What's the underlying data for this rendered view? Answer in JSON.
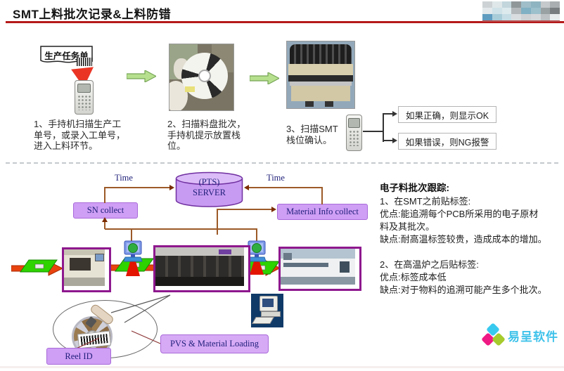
{
  "slide": {
    "title": "SMT上料批次记录&上料防错"
  },
  "header_logo": {
    "mosaic_colors": [
      "#cdd3d5",
      "#dfe7e9",
      "#c2d6dc",
      "#8f9799",
      "#9fbec9",
      "#8fb4c1",
      "#c5c9cb",
      "#a9aeb0",
      "#e3e9eb",
      "#cfe2e8",
      "#dce9ed",
      "#b3b9bb",
      "#7fb0c3",
      "#9cc0cc",
      "#9aa1a3",
      "#787d7f",
      "#5f9cc0",
      "#a9ccd9",
      "#c6dde5",
      "#d9dddf",
      "#cdd1d3",
      "#d4d8da",
      "#bdc1c3",
      "#e9eced"
    ]
  },
  "steps": {
    "doc_label": "生产任务单",
    "step1_text": "1、手持机扫描生产工\n单号，或录入工单号，\n进入上料环节。",
    "step2_text": "2、扫描料盘批次，\n手持机提示放置栈\n位。",
    "step3_text": "3、扫描SMT\n栈位确认。",
    "result_ok": "如果正确，则显示OK",
    "result_ng": "如果错误，则NG报警"
  },
  "diagram": {
    "time_label": "Time",
    "server_line1": "(PTS)",
    "server_line2": "SERVER",
    "sn_collect_label": "SN collect",
    "material_collect_label": "Material Info collect",
    "reel_id_label": "Reel ID",
    "pvs_label": "PVS & Material Loading"
  },
  "notes": {
    "title": "电子料批次跟踪:",
    "lines": [
      "1、在SMT之前贴标签:",
      "优点:能追溯每个PCB所采用的电子原材",
      "料及其批次。",
      "缺点:耐高温标签较贵，造成成本的增加。",
      "",
      "2、在高温炉之后贴标签:",
      "优点:标签成本低",
      "缺点:对于物料的追溯可能产生多个批次。"
    ]
  },
  "footer": {
    "brand_name": "易呈软件"
  },
  "colors": {
    "title_underline": "#b51a1a",
    "purple_fill": "#cf9ef5",
    "purple_border": "#7030a0",
    "connector_brown": "#9c5a28",
    "machine_box_border": "#8e188e",
    "arrow_red": "#e8430e",
    "pcb_green": "#2ed300",
    "scanner_beam_red": "#e31400",
    "brand_blue": "#3ec2ea"
  }
}
